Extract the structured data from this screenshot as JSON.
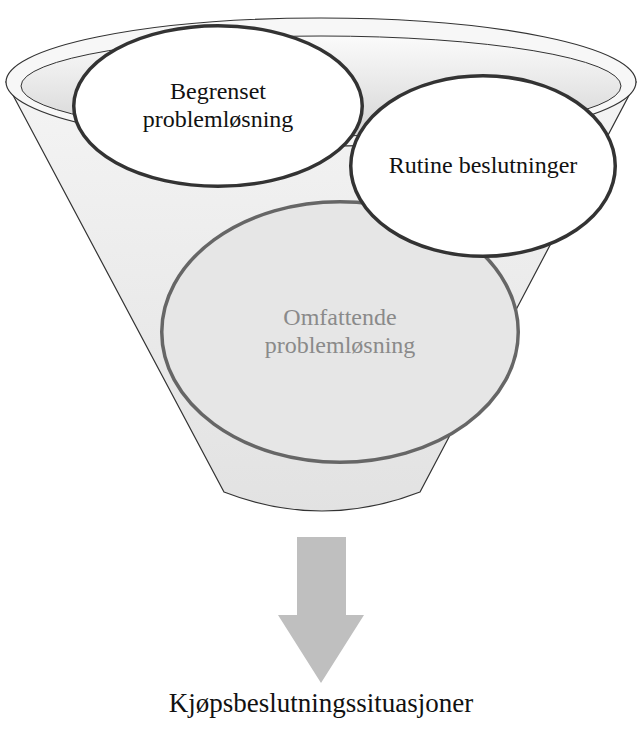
{
  "diagram": {
    "nodes": [
      {
        "text": [
          "Begrenset problemløsning"
        ]
      },
      {
        "text": [
          "Rutine beslutninger"
        ]
      },
      {
        "text": [
          "Omfattende problemløsning"
        ]
      }
    ],
    "labels": [
      "Kjøpsbeslutningssituasjoner"
    ]
  }
}
